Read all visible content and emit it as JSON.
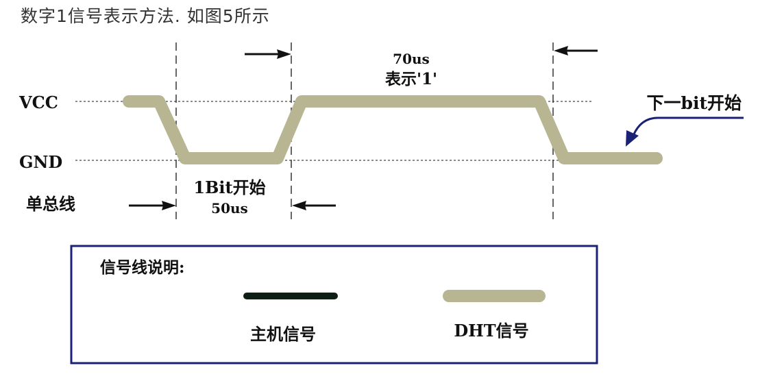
{
  "title": "数字1信号表示方法. 如图5所示",
  "diagram": {
    "vcc_label": "VCC",
    "gnd_label": "GND",
    "bus_label": "单总线",
    "duration_70": "70us",
    "meaning_1": "表示'1'",
    "start_label": "1Bit开始",
    "duration_50": "50us",
    "next_bit_label": "下一bit开始"
  },
  "legend": {
    "heading": "信号线说明:",
    "host_label": "主机信号",
    "dht_label": "DHT信号"
  },
  "colors": {
    "dht_signal": "#b8b592",
    "host_signal": "#0d1f14",
    "legend_border": "#1a2276",
    "pointer_arrow": "#1a2276",
    "dashed": "#333333",
    "text": "#111111"
  }
}
